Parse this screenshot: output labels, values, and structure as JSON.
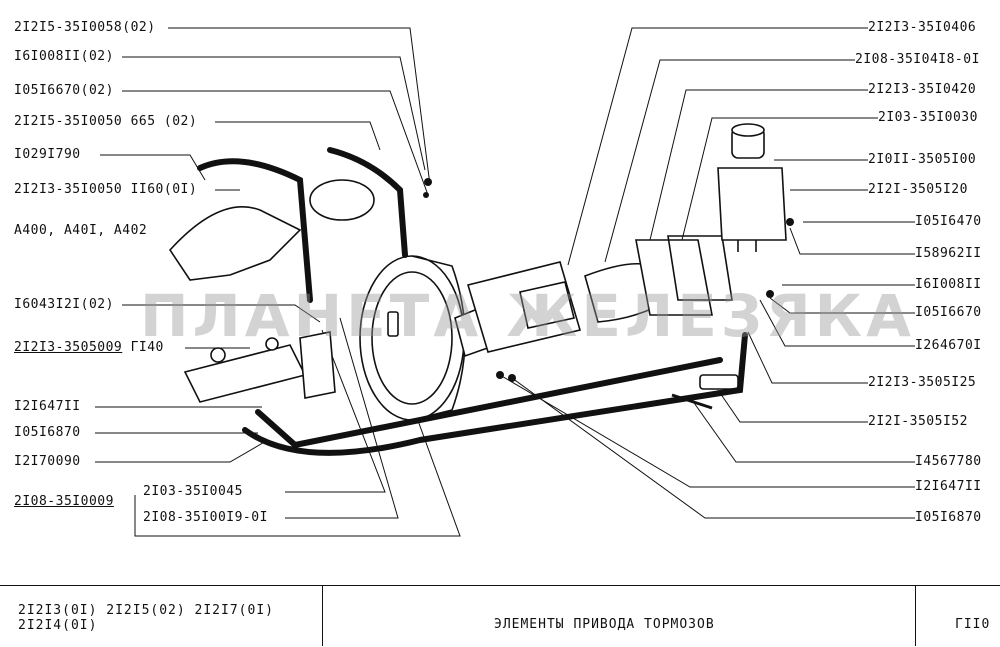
{
  "labels_left": [
    "2I2I5-35I0058(02)",
    "I6I008II(02)",
    "I05I6670(02)",
    "2I2I5-35I0050 665 (02)",
    "I029I790",
    "2I2I3-35I0050 II60(0I)",
    "A400, A40I, A402",
    "I6043I2I(02)",
    "I2I647II",
    "I05I6870",
    "I2I70090",
    "2I03-35I0045",
    "2I08-35I00I9-0I"
  ],
  "labels_left_underlined": [
    {
      "code": "2I2I3-3505009",
      "suffix": " ГI40"
    },
    {
      "code": "2I08-35I0009",
      "suffix": ""
    }
  ],
  "labels_right": [
    "2I2I3-35I0406",
    "2I08-35I04I8-0I",
    "2I2I3-35I0420",
    "2I03-35I0030",
    "2I0II-3505I00",
    "2I2I-3505I20",
    "I05I6470",
    "I58962II",
    "I6I008II",
    "I05I6670",
    "I264670I",
    "2I2I3-3505I25",
    "2I2I-3505I52",
    "I4567780",
    "I2I647II",
    "I05I6870"
  ],
  "watermark": "ПЛАНЕТА ЖЕЛЕЗЯКА",
  "title_block": {
    "models_line1": "2I2I3(0I)  2I2I5(02)  2I2I7(0I)",
    "models_line2": "2I2I4(0I)",
    "title": "ЭЛЕМЕНТЫ  ПРИВОДА  ТОРМОЗОВ",
    "sheet": "ГII0"
  }
}
